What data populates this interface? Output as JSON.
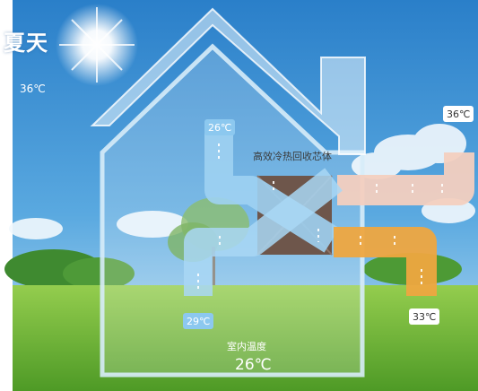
{
  "outdoor": {
    "season": "夏天",
    "temperature": "36℃"
  },
  "core": {
    "label": "高效冷热回收芯体"
  },
  "indoor": {
    "label": "室内温度",
    "temperature": "26℃"
  },
  "ducts": {
    "fresh_air_outdoor": "36℃",
    "fresh_air_supply": "26℃",
    "room_exhaust_intake": "29℃",
    "exhaust_outlet": "33℃"
  },
  "colors": {
    "sky": "#2f87cf",
    "grass": "#6db33a",
    "cool_duct": "#9fd2f2",
    "warm_duct": "#eea640",
    "pale_duct": "#f3cfbf",
    "core": "#6e564b"
  }
}
